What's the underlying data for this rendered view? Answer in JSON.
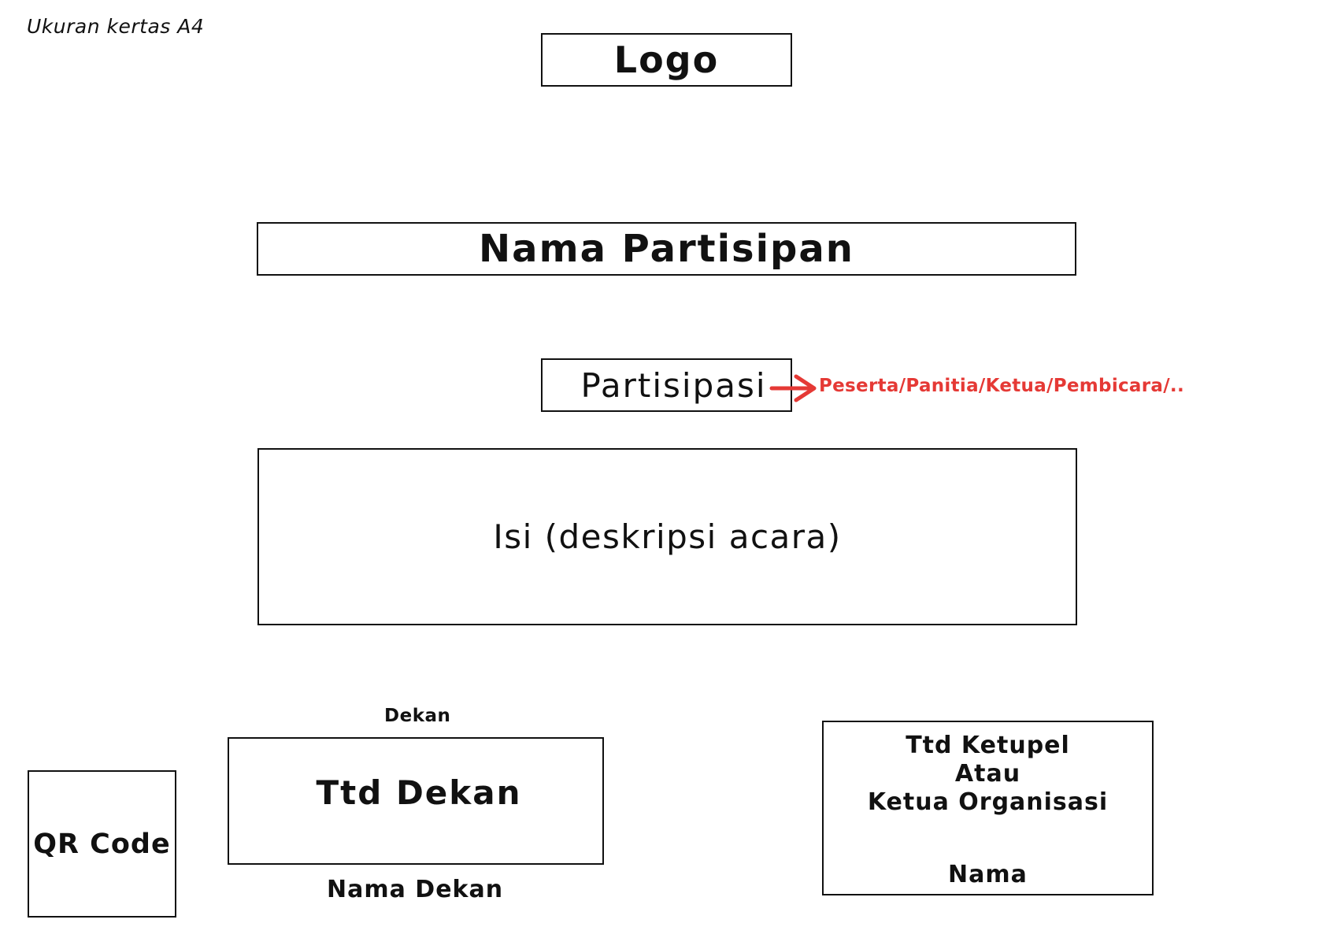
{
  "page": {
    "paper_size": "Ukuran kertas A4"
  },
  "certificate": {
    "logo": "Logo",
    "participant_name": "Nama Partisipan",
    "participation": "Partisipasi",
    "participation_note": "Peserta/Panitia/Ketua/Pembicara/..",
    "description": "Isi (deskripsi acara)",
    "dean_label": "Dekan",
    "dean_signature": "Ttd Dekan",
    "dean_name": "Nama Dekan",
    "qr_code": "QR Code",
    "leader_signature_line_1": "Ttd Ketupel",
    "leader_signature_line_2": "Atau",
    "leader_signature_line_3": "Ketua Organisasi",
    "leader_name": "Nama"
  },
  "colors": {
    "annotation": "#e53935",
    "border": "#111111",
    "background": "#ffffff"
  }
}
